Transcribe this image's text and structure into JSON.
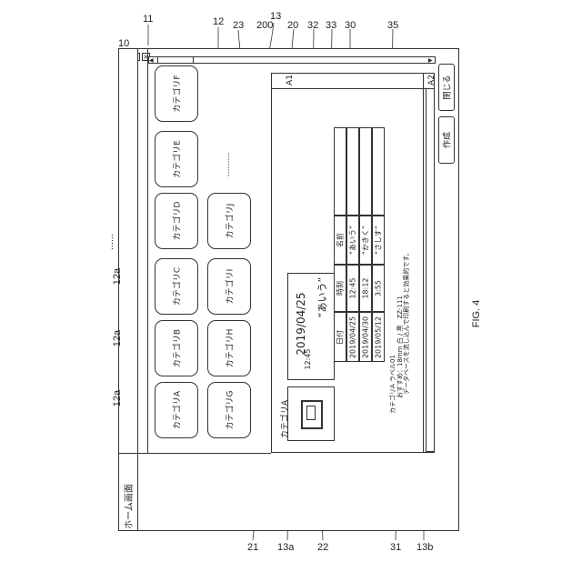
{
  "window": {
    "title": "ホーム画面",
    "close_glyph": "×"
  },
  "categories": [
    {
      "label": "カテゴリA"
    },
    {
      "label": "カテゴリB"
    },
    {
      "label": "カテゴリC"
    },
    {
      "label": "カテゴリD"
    },
    {
      "label": "カテゴリE"
    },
    {
      "label": "カテゴリF"
    },
    {
      "label": "カテゴリG"
    },
    {
      "label": "カテゴリH"
    },
    {
      "label": "カテゴリI"
    },
    {
      "label": "カテゴリJ"
    }
  ],
  "more_row1": "……",
  "more_row2": "………",
  "detail": {
    "title": "カテゴリA",
    "date": "2019/04/25",
    "time": "12:45",
    "name": "“あいう”",
    "table": {
      "headers": [
        "日付",
        "時刻",
        "名前"
      ],
      "rows": [
        [
          "2019/04/25",
          "12:45",
          "“あいう”"
        ],
        [
          "2019/04/30",
          "18:12",
          "“かきく”"
        ],
        [
          "2019/05/12",
          "3:55",
          "“さしす”"
        ]
      ]
    },
    "info_lines": [
      "カテゴリA ラベル01",
      "おすすめ：18mm 白 / 黒　ZZ-111",
      "データベースを流し込んで印刷すると効果的です。"
    ],
    "area_a1": "A1",
    "area_a2": "A2"
  },
  "buttons": {
    "create": "作成",
    "close": "閉じる"
  },
  "refs": {
    "r10": "10",
    "r11": "11",
    "r12": "12",
    "r13": "13",
    "r20": "20",
    "r23": "23",
    "r200": "200",
    "r32": "32",
    "r33": "33",
    "r30": "30",
    "r35": "35",
    "r12a_1": "12a",
    "r12a_2": "12a",
    "r12a_3": "12a",
    "r21": "21",
    "r13a": "13a",
    "r22": "22",
    "r31": "31",
    "r13b": "13b"
  },
  "caption": "FIG. 4"
}
